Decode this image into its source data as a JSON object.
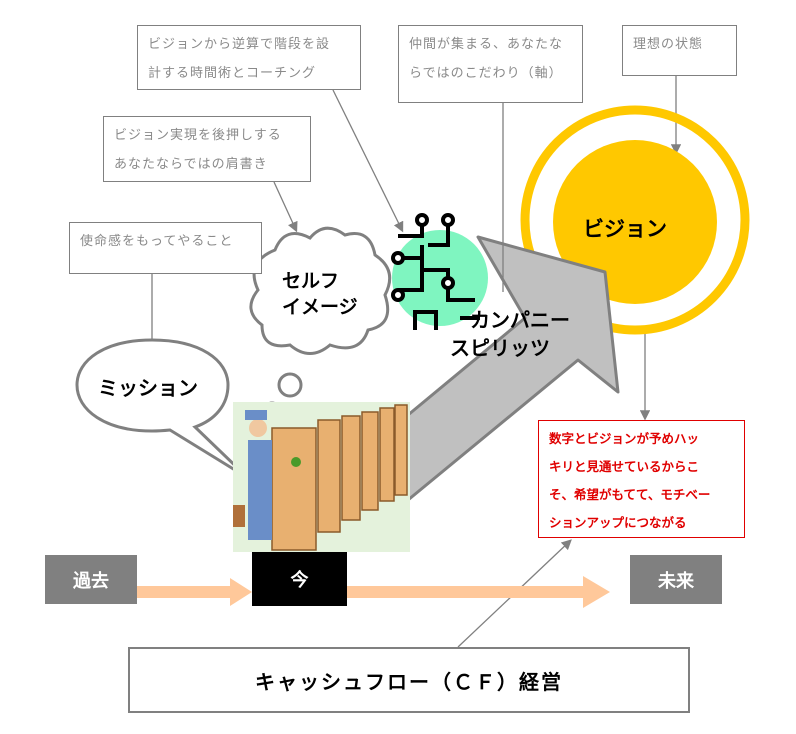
{
  "notes": {
    "time_coaching": [
      "ビジョンから逆算で階段を設",
      "計する時間術とコーチング"
    ],
    "self_image": [
      "ビジョン実現を後押しする",
      "あなたならではの肩書き"
    ],
    "mission": [
      "使命感をもってやること"
    ],
    "company_spirit": [
      "仲間が集まる、あなたな",
      "らではのこだわり（軸）"
    ],
    "ideal": [
      "理想の状態"
    ]
  },
  "labels": {
    "vision": "ビジョン",
    "self_image": [
      "セルフ",
      "イメージ"
    ],
    "mission": "ミッション",
    "company_spirit": [
      "カンパニー",
      "スピリッツ"
    ]
  },
  "timeline": {
    "past": "過去",
    "now": "今",
    "future": "未来"
  },
  "highlight": [
    "数字とビジョンが予めハッ",
    "キリと見通せているからこ",
    "そ、希望がもてて、モチベー",
    "ションアップにつながる"
  ],
  "footer": "キャッシュフロー（ＣＦ）経営",
  "colors": {
    "vision": "#ffc800",
    "green": "#7ff5c0",
    "arrow": "#c0c0c0",
    "timeline_arrow": "#ffc89a",
    "red": "#e00000"
  }
}
